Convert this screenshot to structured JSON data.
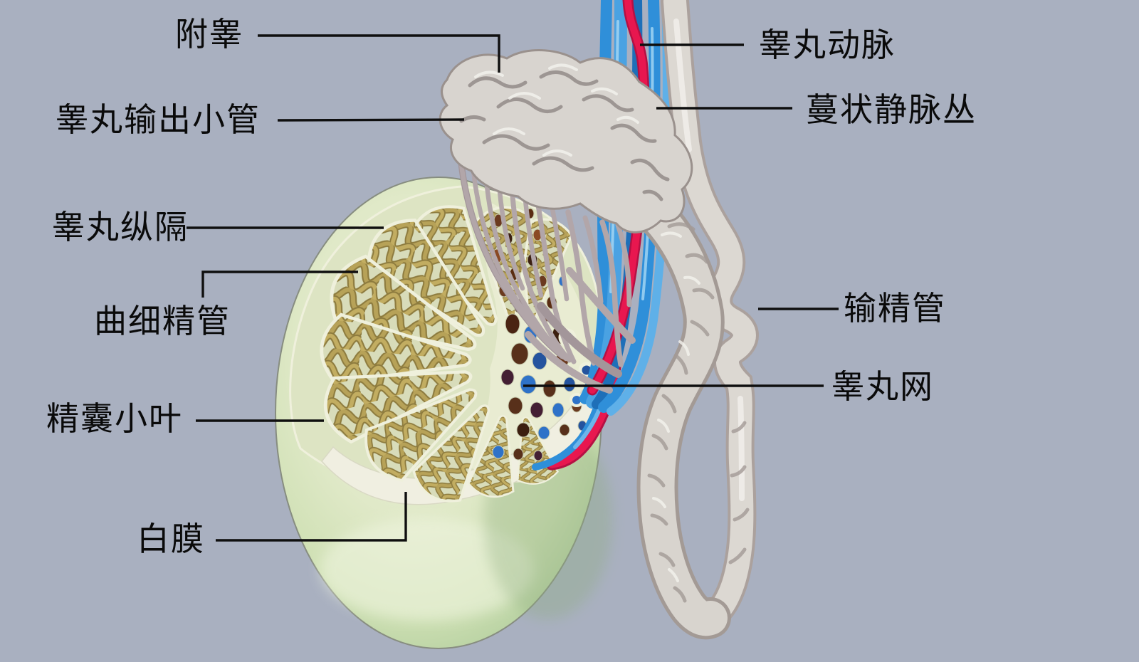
{
  "figure": {
    "background_color": "#a9b0c0",
    "leader_line_color": "#0f0f0f",
    "label_text_color": "#0a0a0a",
    "colors": {
      "testis_surface_green": "#cfe0b4",
      "cut_surface_green": "#dde4c3",
      "septa_cream": "#e9ecd2",
      "seminiferous_tubule_tan": "#b3a259",
      "rete_hole_brown": "#7a3f1e",
      "rete_hole_blue": "#2e72c8",
      "artery_red": "#e8174f",
      "vein_blue": "#2f8fd9",
      "epididymis_gray": "#d8d4ce",
      "vas_deferens_gray": "#dcd8d2"
    }
  },
  "labels": {
    "epididymis": "附睾",
    "efferent_ductules": "睾丸输出小管",
    "mediastinum_testis": "睾丸纵隔",
    "seminiferous_tubules": "曲细精管",
    "testis_lobule": "精囊小叶",
    "tunica_albuginea": "白膜",
    "testicular_artery": "睾丸动脉",
    "pampiniform_plexus": "蔓状静脉丛",
    "vas_deferens": "输精管",
    "rete_testis": "睾丸网"
  }
}
